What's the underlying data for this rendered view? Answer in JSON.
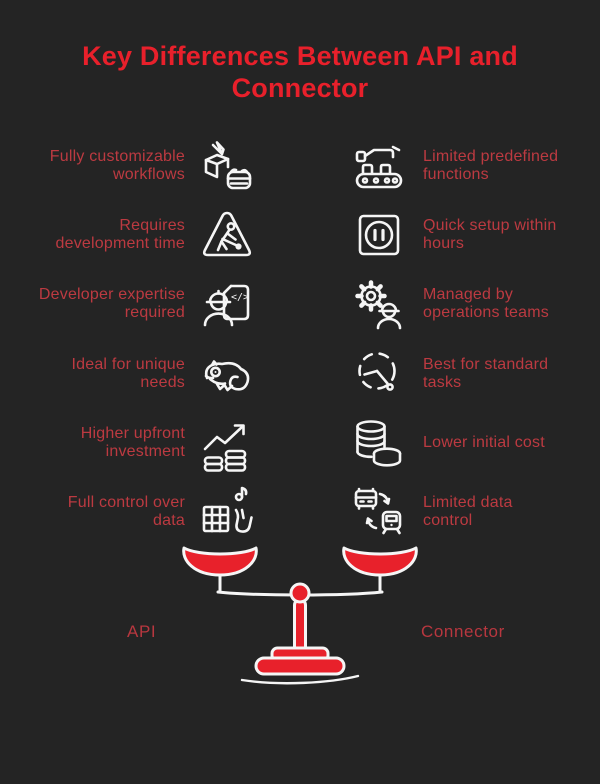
{
  "title": "Key Differences Between API and Connector",
  "colors": {
    "background": "#242424",
    "title_red": "#e8202b",
    "body_text_red": "#bc3a41",
    "icon_white": "#f5f5f5",
    "scale_red": "#e8212b"
  },
  "comparison": {
    "left": {
      "label": "API",
      "items": [
        {
          "text": "Fully customizable\nworkflows",
          "icon": "pencil-box-icon"
        },
        {
          "text": "Requires\ndevelopment time",
          "icon": "construction-sign-icon"
        },
        {
          "text": "Developer expertise\nrequired",
          "icon": "developer-code-icon"
        },
        {
          "text": "Ideal for unique\nneeds",
          "icon": "chameleon-icon"
        },
        {
          "text": "Higher upfront\ninvestment",
          "icon": "growth-chart-coins-icon"
        },
        {
          "text": "Full control over\ndata",
          "icon": "data-grid-hand-icon"
        }
      ]
    },
    "right": {
      "label": "Connector",
      "items": [
        {
          "text": "Limited predefined\nfunctions",
          "icon": "conveyor-robot-icon"
        },
        {
          "text": "Quick setup within\nhours",
          "icon": "power-outlet-icon"
        },
        {
          "text": "Managed by\noperations teams",
          "icon": "gear-operator-icon"
        },
        {
          "text": "Best for standard\ntasks",
          "icon": "dashed-clock-icon"
        },
        {
          "text": "Lower initial cost",
          "icon": "coin-stacks-icon"
        },
        {
          "text": "Limited data\ncontrol",
          "icon": "transport-transfer-icon"
        }
      ]
    }
  }
}
